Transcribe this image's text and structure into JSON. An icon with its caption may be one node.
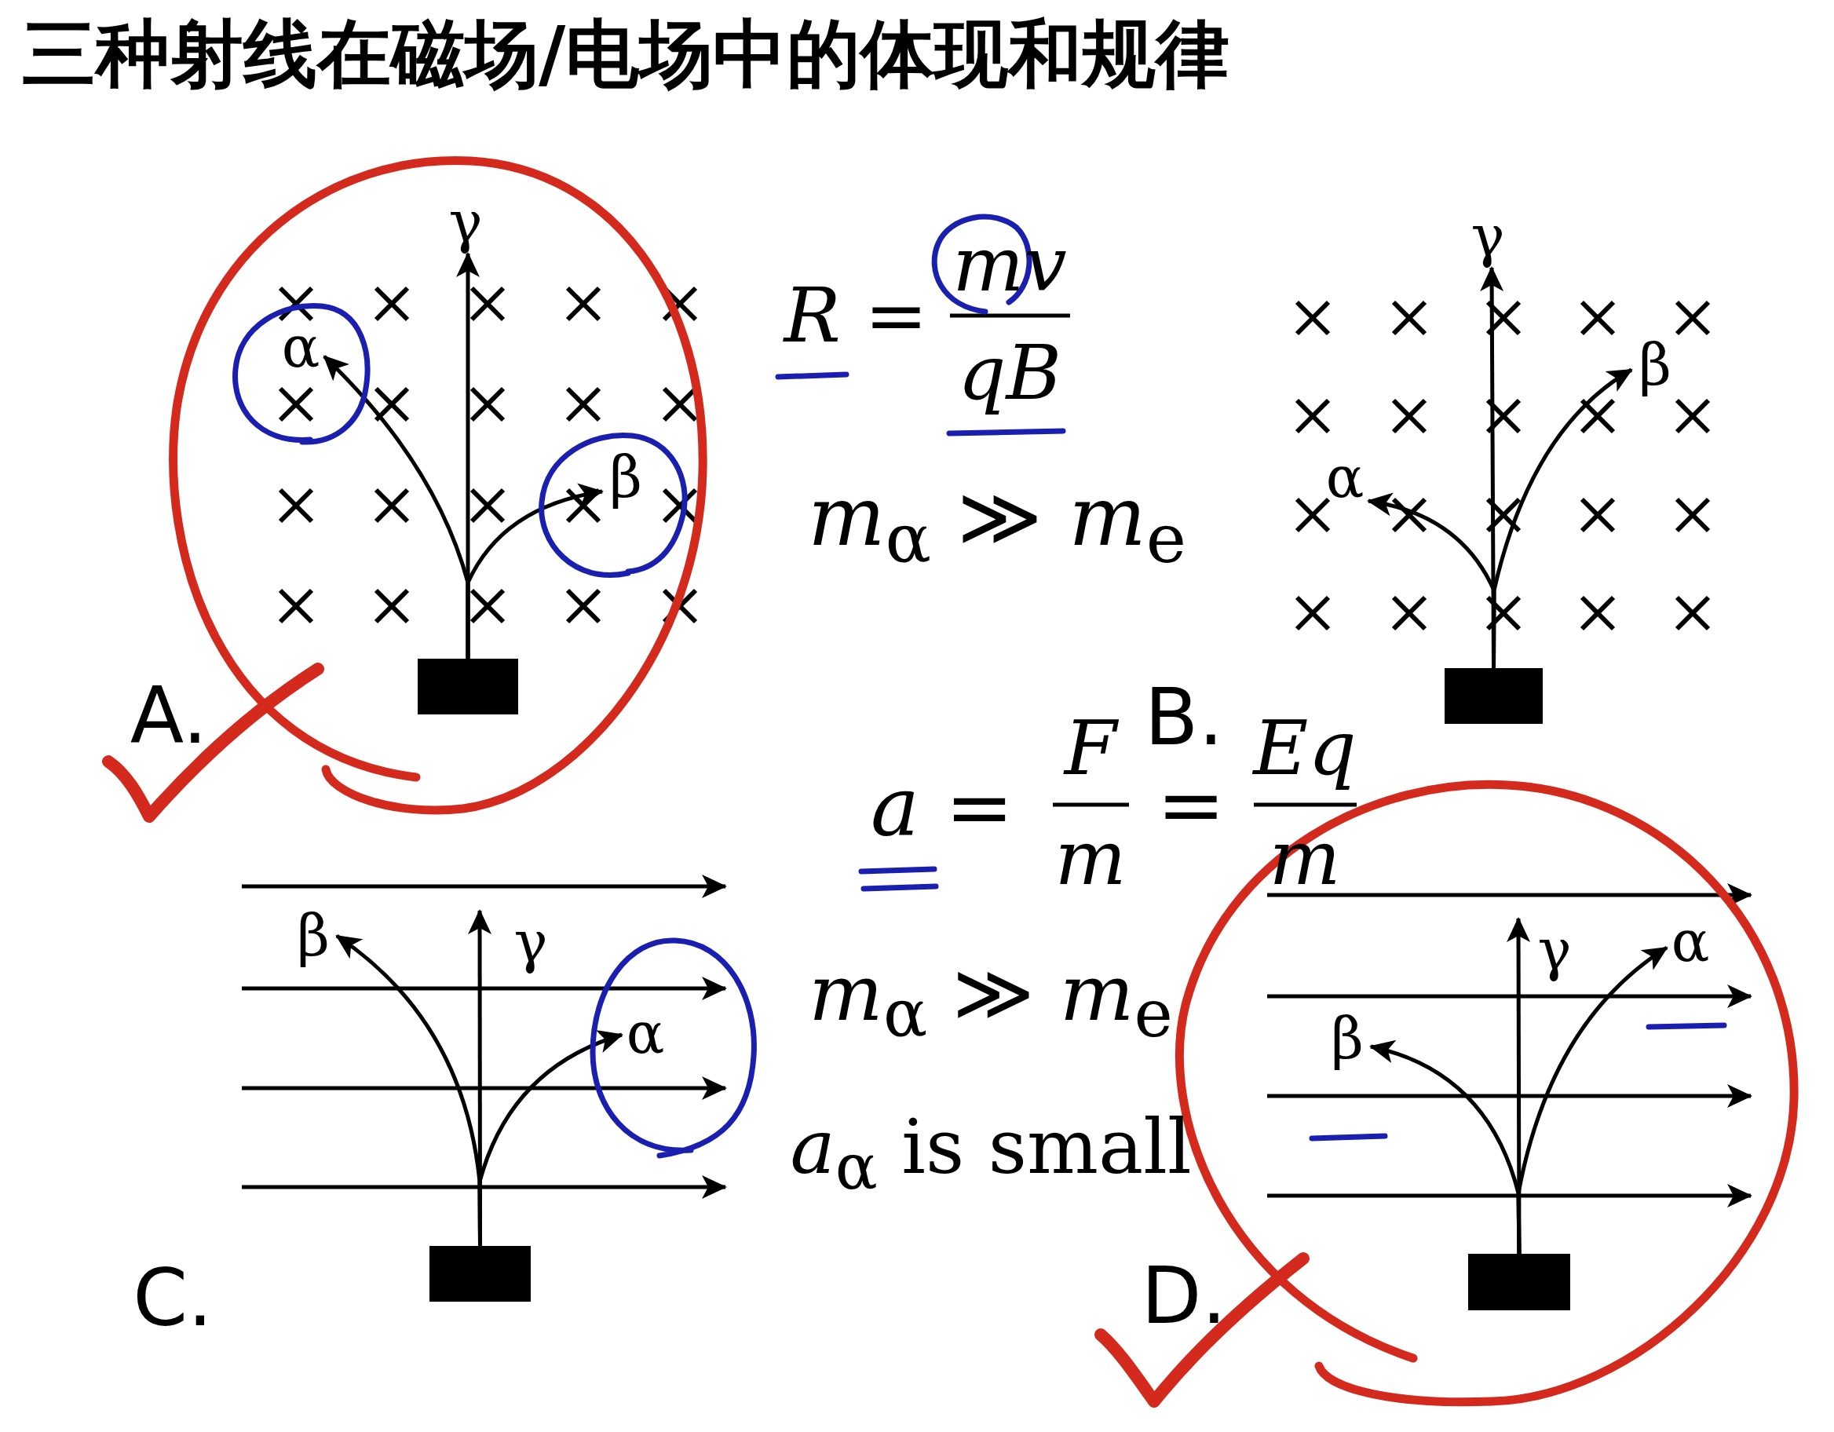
{
  "diagram": {
    "title": "三种射线在磁场/电场中的体现和规律",
    "nodes": [
      {
        "text": [
          "γ"
        ]
      },
      {
        "text": [
          "α"
        ]
      },
      {
        "text": [
          "β"
        ]
      },
      {
        "text": [],
        "shape": "box"
      },
      {
        "text": [
          "γ"
        ]
      },
      {
        "text": [
          "β"
        ]
      },
      {
        "text": [
          "α"
        ]
      },
      {
        "text": [],
        "shape": "box"
      },
      {
        "text": [
          "β"
        ]
      },
      {
        "text": [
          "γ"
        ]
      },
      {
        "text": [
          "α"
        ]
      },
      {
        "text": [],
        "shape": "box"
      },
      {
        "text": [
          "γ"
        ]
      },
      {
        "text": [
          "α"
        ]
      },
      {
        "text": [
          "β"
        ]
      },
      {
        "text": [],
        "shape": "box"
      }
    ],
    "edges": [
      {
        "from": 3,
        "to": 0,
        "arrow": "to"
      },
      {
        "from": 3,
        "to": 1,
        "arrow": "to"
      },
      {
        "from": 3,
        "to": 2,
        "arrow": "to"
      },
      {
        "from": 7,
        "to": 4,
        "arrow": "to"
      },
      {
        "from": 7,
        "to": 5,
        "arrow": "to"
      },
      {
        "from": 7,
        "to": 6,
        "arrow": "to"
      },
      {
        "from": 11,
        "to": 8,
        "arrow": "to"
      },
      {
        "from": 11,
        "to": 9,
        "arrow": "to"
      },
      {
        "from": 11,
        "to": 10,
        "arrow": "to"
      },
      {
        "from": 15,
        "to": 12,
        "arrow": "to"
      },
      {
        "from": 15,
        "to": 13,
        "arrow": "to"
      },
      {
        "from": 15,
        "to": 14,
        "arrow": "to"
      }
    ],
    "labels": [
      "*R* =",
      "mv",
      "qB",
      "*m*$_{α}$ ≫ *m*$_{e}$",
      "A.",
      "B.",
      "*a* =",
      "F",
      "m",
      "=",
      "Eq",
      "m",
      "*m*$_{α}$ ≫ *m*$_{e}$",
      "*a*$_{α}$ is small",
      "C.",
      "D."
    ]
  }
}
